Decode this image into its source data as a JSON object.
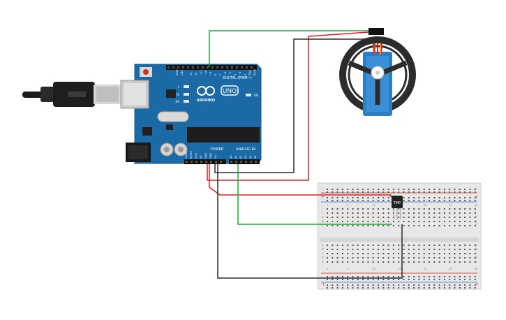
{
  "board": {
    "logo": "UNO",
    "brand": "ARDUINO",
    "digital_header": "DIGITAL (PWM~)",
    "power_header": "POWER",
    "analog_header": "ANALOG IN",
    "aref": "AREF",
    "gnd": "GND",
    "tx": "TX",
    "rx": "RX",
    "l": "L",
    "on": "ON",
    "digital_pins": [
      "13",
      "12",
      "~11",
      "~10",
      "~9",
      "8",
      "7",
      "~6",
      "~5",
      "4",
      "~3",
      "2",
      "TX▸1",
      "RX◂0"
    ],
    "power_pins": [
      "IOREF",
      "RESET",
      "3.3V",
      "5V",
      "GND",
      "GND",
      "Vin"
    ],
    "analog_pins": [
      "A0",
      "A1",
      "A2",
      "A3",
      "A4",
      "A5"
    ]
  },
  "sensor": {
    "label": "TMP"
  },
  "breadboard": {
    "rail_plus": "+",
    "rail_minus": "-",
    "rows_top": [
      "j",
      "i",
      "h",
      "g",
      "f"
    ],
    "rows_bottom": [
      "e",
      "d",
      "c",
      "b",
      "a"
    ],
    "columns": [
      "1",
      "5",
      "10",
      "15",
      "20",
      "25",
      "30"
    ]
  },
  "wires": {
    "green": "#1fa83a",
    "red": "#e0201c",
    "black": "#2a2a2a"
  },
  "colors": {
    "board": "#1b6aa5",
    "board_dark": "#155a8e",
    "servo_body": "#2d7fc5",
    "wheel": "#2c2c2c"
  }
}
